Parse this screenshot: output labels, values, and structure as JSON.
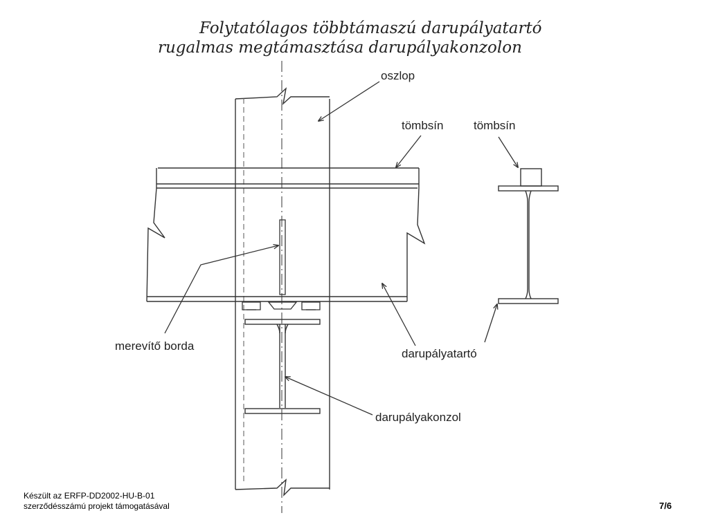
{
  "title": {
    "line1": "Folytatólagos többtámaszú darupályatartó",
    "line2": "rugalmas megtámasztása darupályakonzolon"
  },
  "labels": {
    "oszlop": "oszlop",
    "tombsin_main": "tömbsín",
    "tombsin_section": "tömbsín",
    "merevito_borda": "merevítő borda",
    "darupalyatarto": "darupályatartó",
    "darupalyakonzol": "darupályakonzol"
  },
  "footer": {
    "line1": "Készült az ERFP-DD2002-HU-B-01",
    "line2": "szerződésszámú projekt támogatásával",
    "page": "7/6"
  }
}
